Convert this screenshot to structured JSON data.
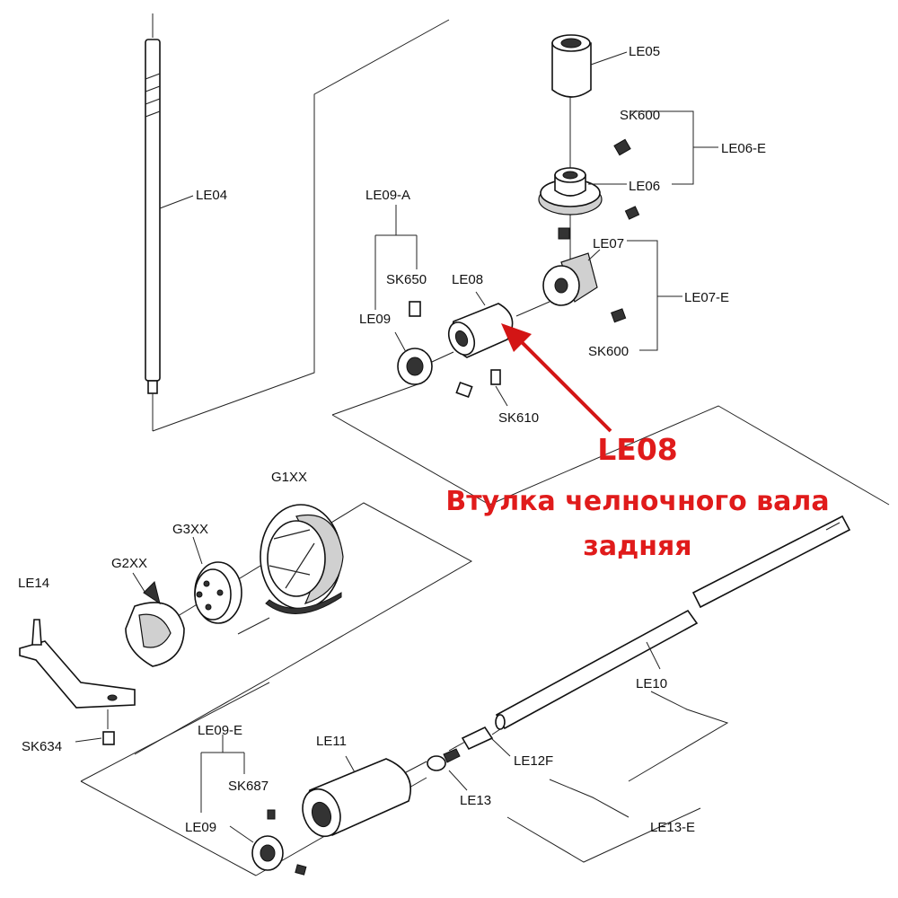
{
  "labels": {
    "le04": "LE04",
    "le05": "LE05",
    "sk600_top": "SK600",
    "le06_e": "LE06-E",
    "le06": "LE06",
    "le07": "LE07",
    "le07_e": "LE07-E",
    "sk600_bottom": "SK600",
    "le09_a": "LE09-A",
    "sk650": "SK650",
    "le08": "LE08",
    "le09_upper": "LE09",
    "sk610": "SK610",
    "g1xx": "G1XX",
    "g3xx": "G3XX",
    "g2xx": "G2XX",
    "le14": "LE14",
    "sk634": "SK634",
    "le10": "LE10",
    "le09_e": "LE09-E",
    "sk687": "SK687",
    "le11": "LE11",
    "le12f": "LE12F",
    "le13": "LE13",
    "le09_lower": "LE09",
    "le13_e": "LE13-E"
  },
  "annotation": {
    "code": "LE08",
    "line1": "Втулка челночного вала",
    "line2": "задняя",
    "color": "#e01b1b"
  }
}
